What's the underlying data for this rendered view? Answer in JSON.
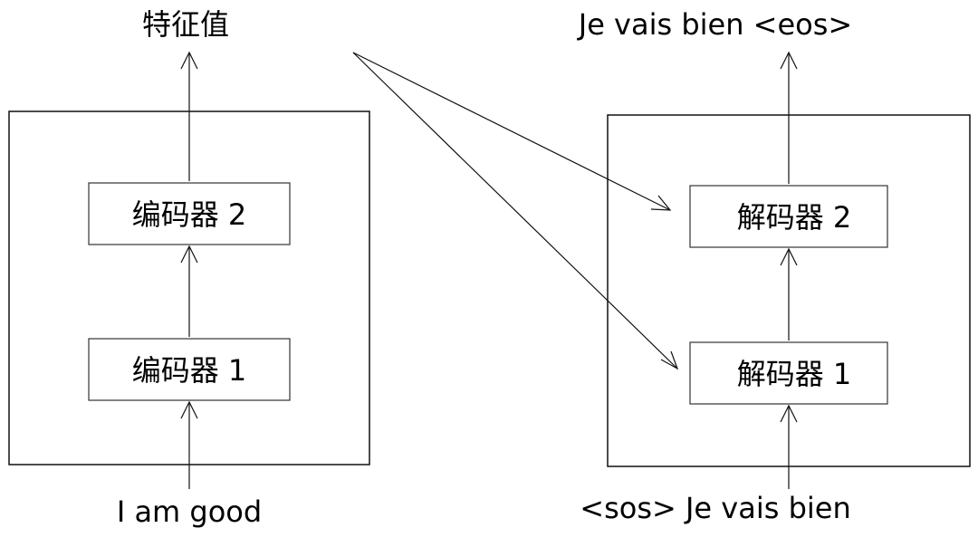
{
  "encoder": {
    "output_label": "特征值",
    "input_label": "I am good",
    "blocks": [
      "编码器 1",
      "编码器 2"
    ]
  },
  "decoder": {
    "output_label": "Je vais bien <eos>",
    "input_label": "<sos> Je vais bien",
    "blocks": [
      "解码器 1",
      "解码器 2"
    ]
  }
}
